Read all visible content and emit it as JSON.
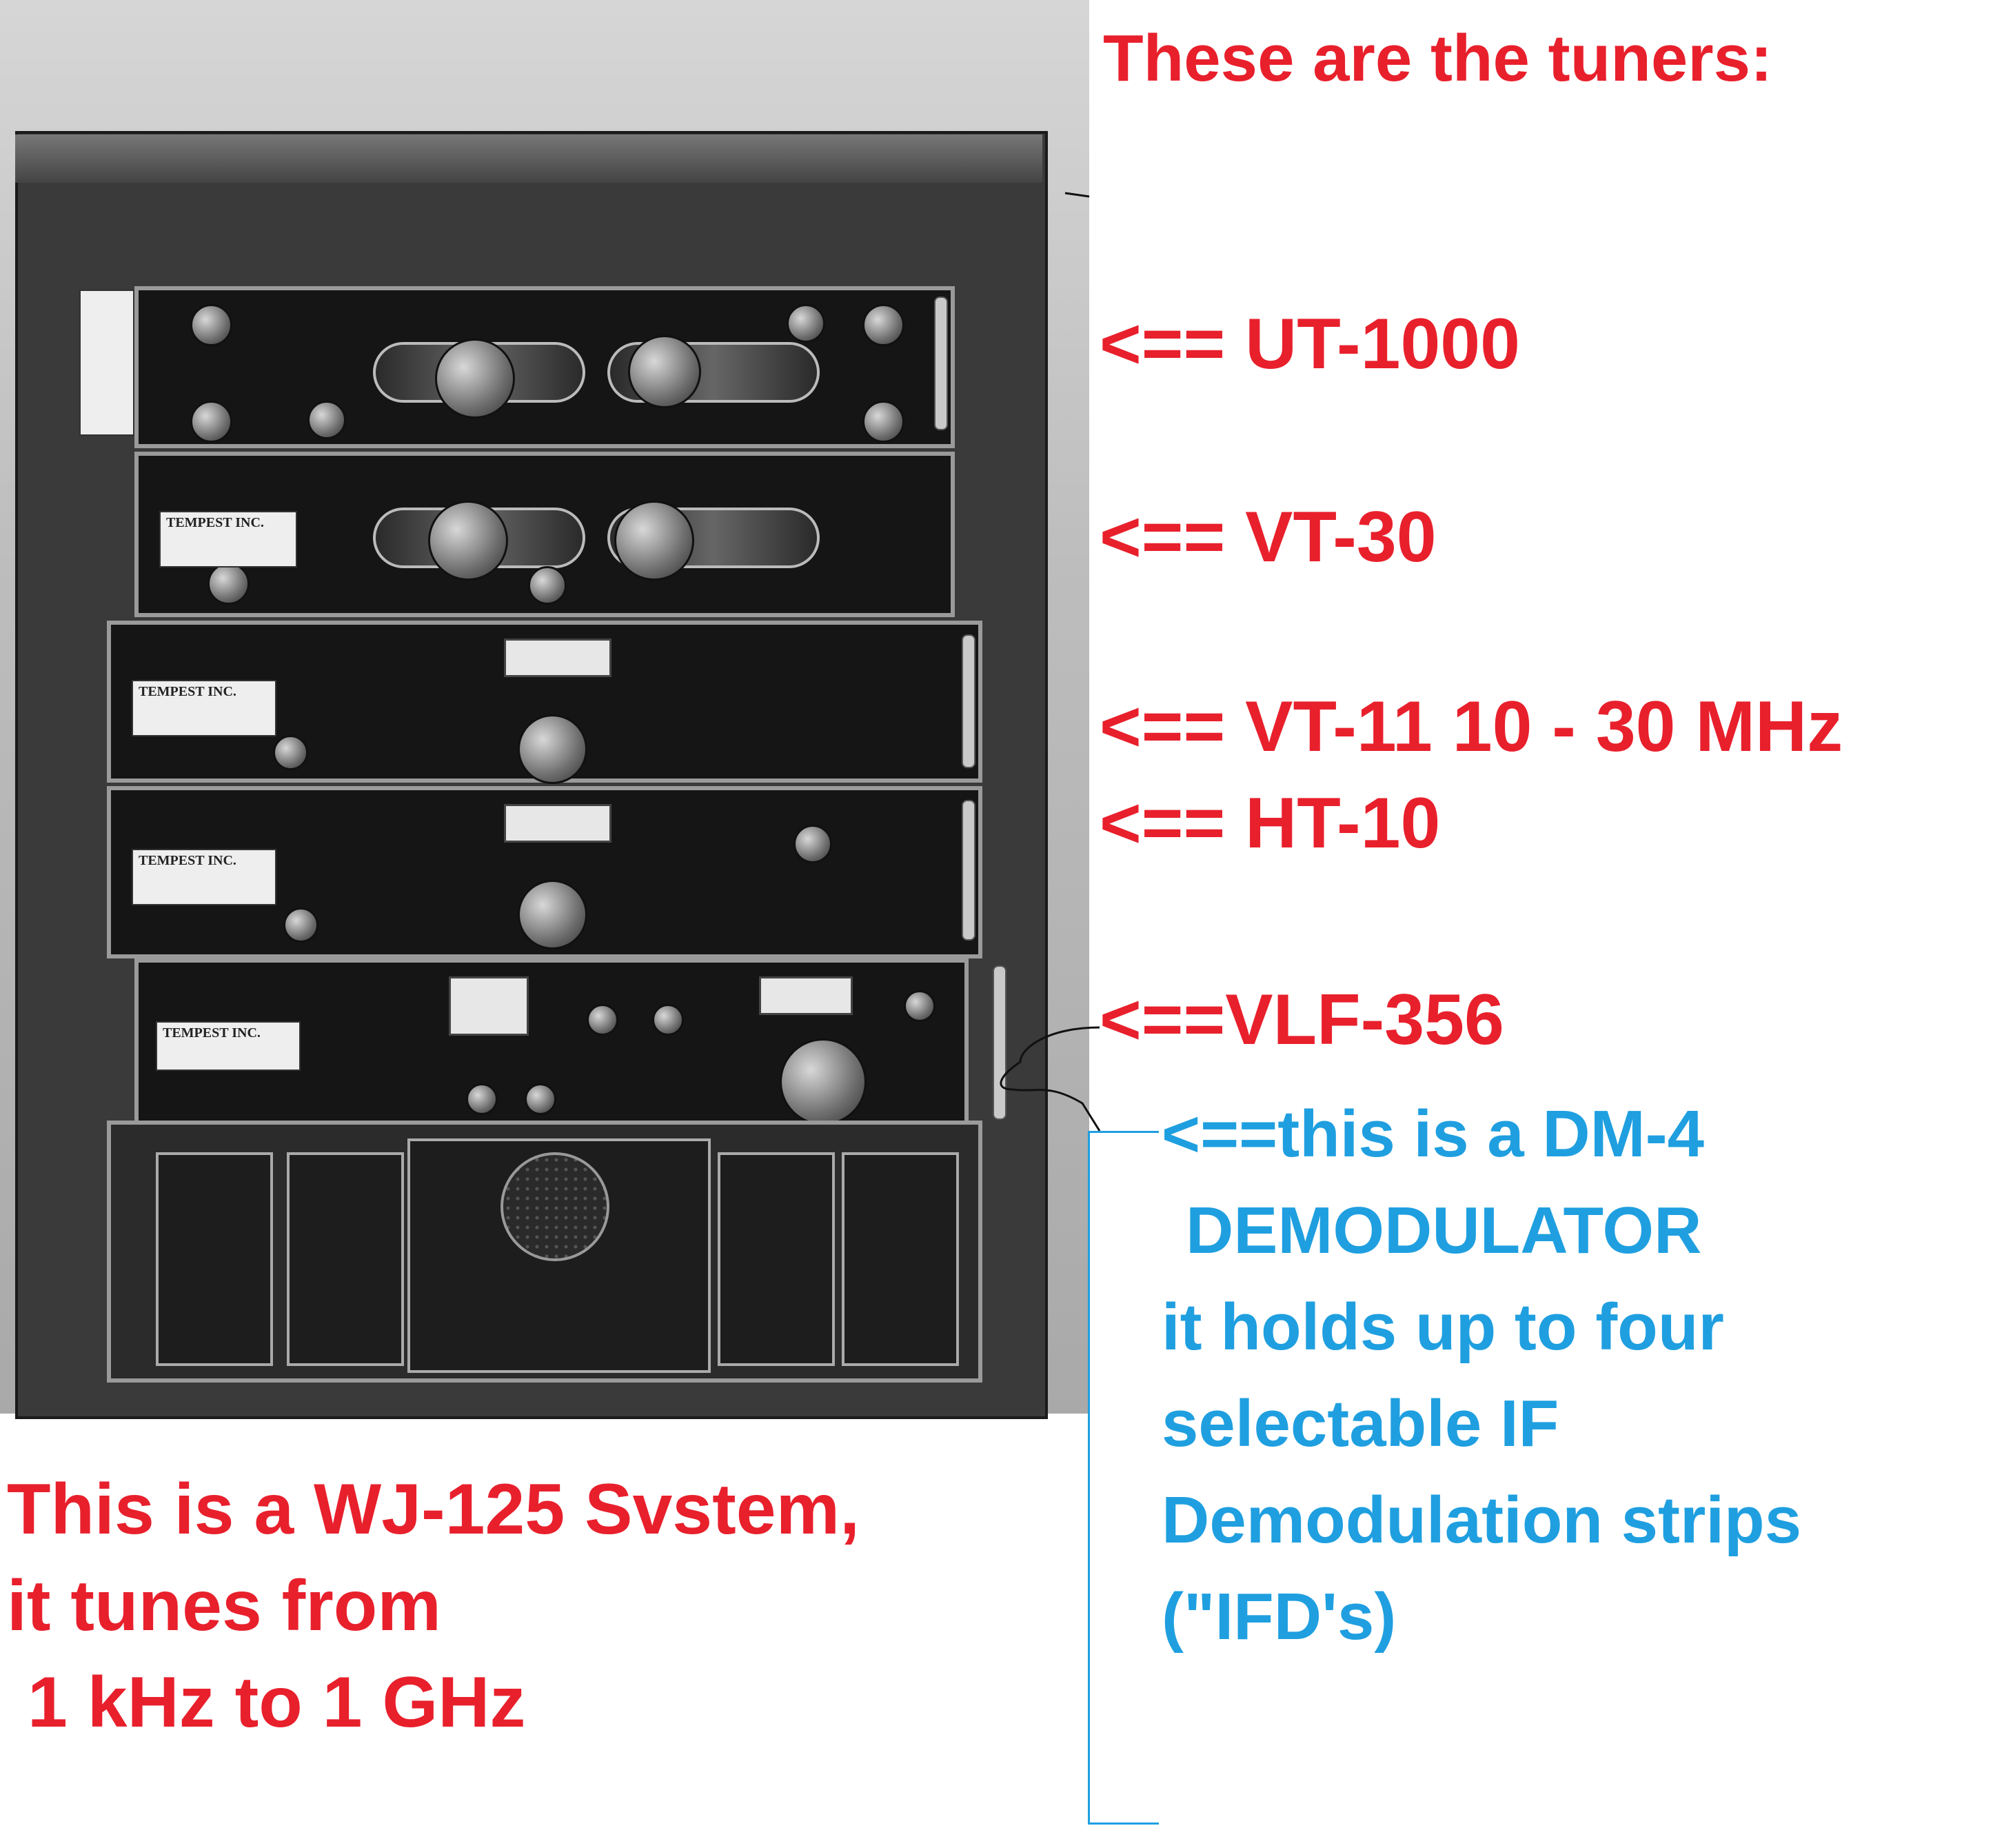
{
  "colors": {
    "red": "#e8202c",
    "blue": "#1f9fe0"
  },
  "photo": {
    "tag_text": "TEMPEST INC.",
    "panels": [
      "UT-1000",
      "VT-30",
      "VT-11",
      "HT-10",
      "VLF-356",
      "DM-4"
    ]
  },
  "labels": {
    "title": "These are the tuners:",
    "ut1000": "<== UT-1000",
    "vt30": "<== VT-30",
    "vt11": "<== VT-11 10 - 30 MHz",
    "ht10": "<== HT-10",
    "vlf356": "<==VLF-356",
    "dm4_1": "<==this is a DM-4",
    "dm4_2": "DEMODULATOR",
    "dm4_3": "it holds up to four",
    "dm4_4": "selectable IF",
    "dm4_5": "Demodulation strips",
    "dm4_6": "(\"IFD's)",
    "sys_1": "This is a WJ-125 Svstem,",
    "sys_2": "it tunes from",
    "sys_3": "1 kHz to 1 GHz"
  }
}
